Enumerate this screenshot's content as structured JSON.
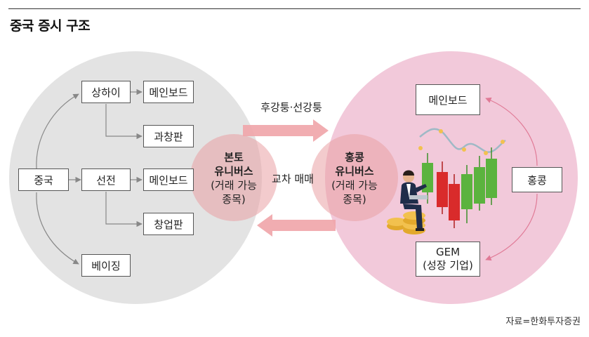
{
  "title": "중국 증시 구조",
  "source": "자료=한화투자증권",
  "china": "중국",
  "shanghai": "상하이",
  "shenzhen": "선전",
  "beijing": "베이징",
  "sh_main": "메인보드",
  "star": "과창판",
  "sz_main": "메인보드",
  "chinext": "창업판",
  "mainland": {
    "line1": "본토",
    "line2": "유니버스",
    "line3": "(거래 가능",
    "line4": "종목)"
  },
  "overlap": {
    "top_label": "후강퉁·선강퉁",
    "middle_label": "교차 매매"
  },
  "hk_universe": {
    "line1": "홍콩",
    "line2": "유니버스",
    "line3": "(거래 가능",
    "line4": "종목)"
  },
  "hk_main": "메인보드",
  "hongkong": "홍콩",
  "gem": {
    "line1": "GEM",
    "line2": "(성장 기업)"
  },
  "colors": {
    "left_circle": "#e3e3e3",
    "right_circle": "#f2c9da",
    "overlap": "#eba3a8",
    "arrow": "#f0a4a8",
    "green": "#5bb33e",
    "red": "#d92b2b"
  }
}
